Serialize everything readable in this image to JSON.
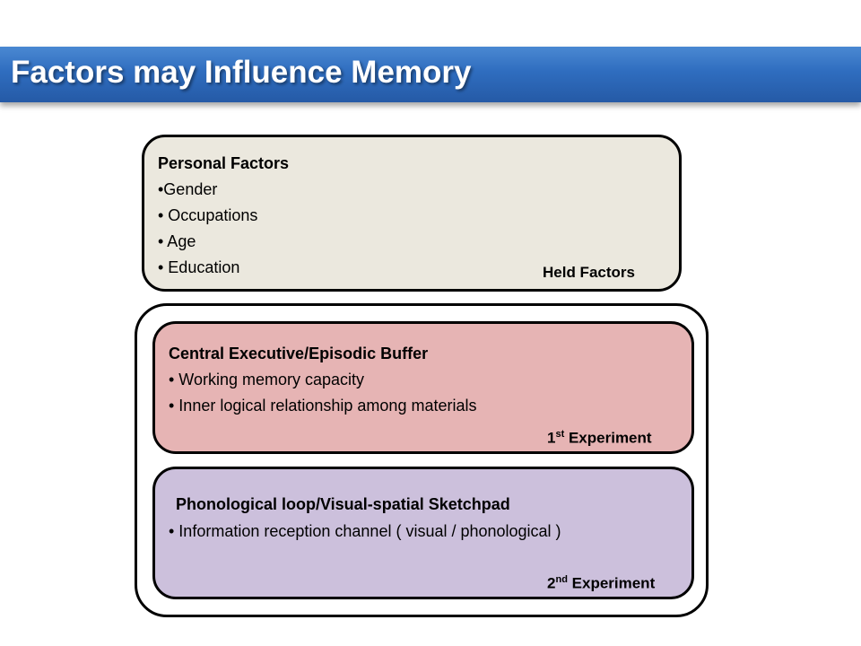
{
  "title": "Factors may Influence  Memory",
  "personal": {
    "heading": "Personal Factors",
    "items": [
      "•Gender",
      "• Occupations",
      "• Age",
      "• Education"
    ],
    "label": "Held Factors"
  },
  "central": {
    "heading": "Central Executive/Episodic Buffer",
    "items": [
      "• Working memory capacity",
      "• Inner logical relationship among materials"
    ],
    "label_num": "1",
    "label_sup": "st",
    "label_text": " Experiment"
  },
  "phono": {
    "heading": "Phonological loop/Visual-spatial Sketchpad",
    "items": [
      "• Information reception channel ( visual / phonological )"
    ],
    "label_num": "2",
    "label_sup": "nd",
    "label_text": " Experiment"
  },
  "colors": {
    "title_bar": "#2f6dbf",
    "personal_fill": "#ebe8de",
    "central_fill": "#e6b4b4",
    "phono_fill": "#ccc0dc"
  }
}
